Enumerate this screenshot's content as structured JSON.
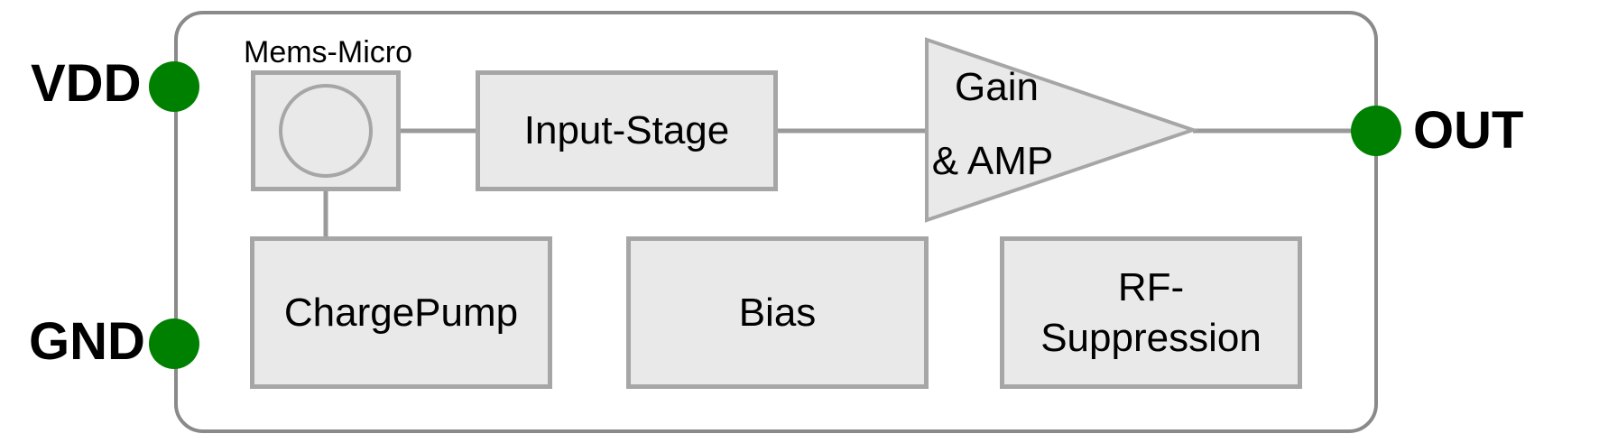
{
  "diagram": {
    "ports": {
      "vdd": {
        "label": "VDD"
      },
      "gnd": {
        "label": "GND"
      },
      "out": {
        "label": "OUT"
      }
    },
    "blocks": {
      "mems": {
        "caption": "Mems-Micro"
      },
      "input_stage": {
        "label": "Input-Stage"
      },
      "amplifier": {
        "lines": [
          "Gain",
          "& AMP"
        ]
      },
      "charge_pump": {
        "label": "ChargePump"
      },
      "bias": {
        "label": "Bias"
      },
      "rf_suppression": {
        "lines": [
          "RF-",
          "Suppression"
        ]
      }
    },
    "colors": {
      "port_dot": "#008000",
      "block_fill": "#e9e9e9",
      "block_border": "#a6a6a6",
      "wire": "#9a9a9a",
      "chip_outline": "#8a8a8a",
      "text": "#000000"
    }
  }
}
